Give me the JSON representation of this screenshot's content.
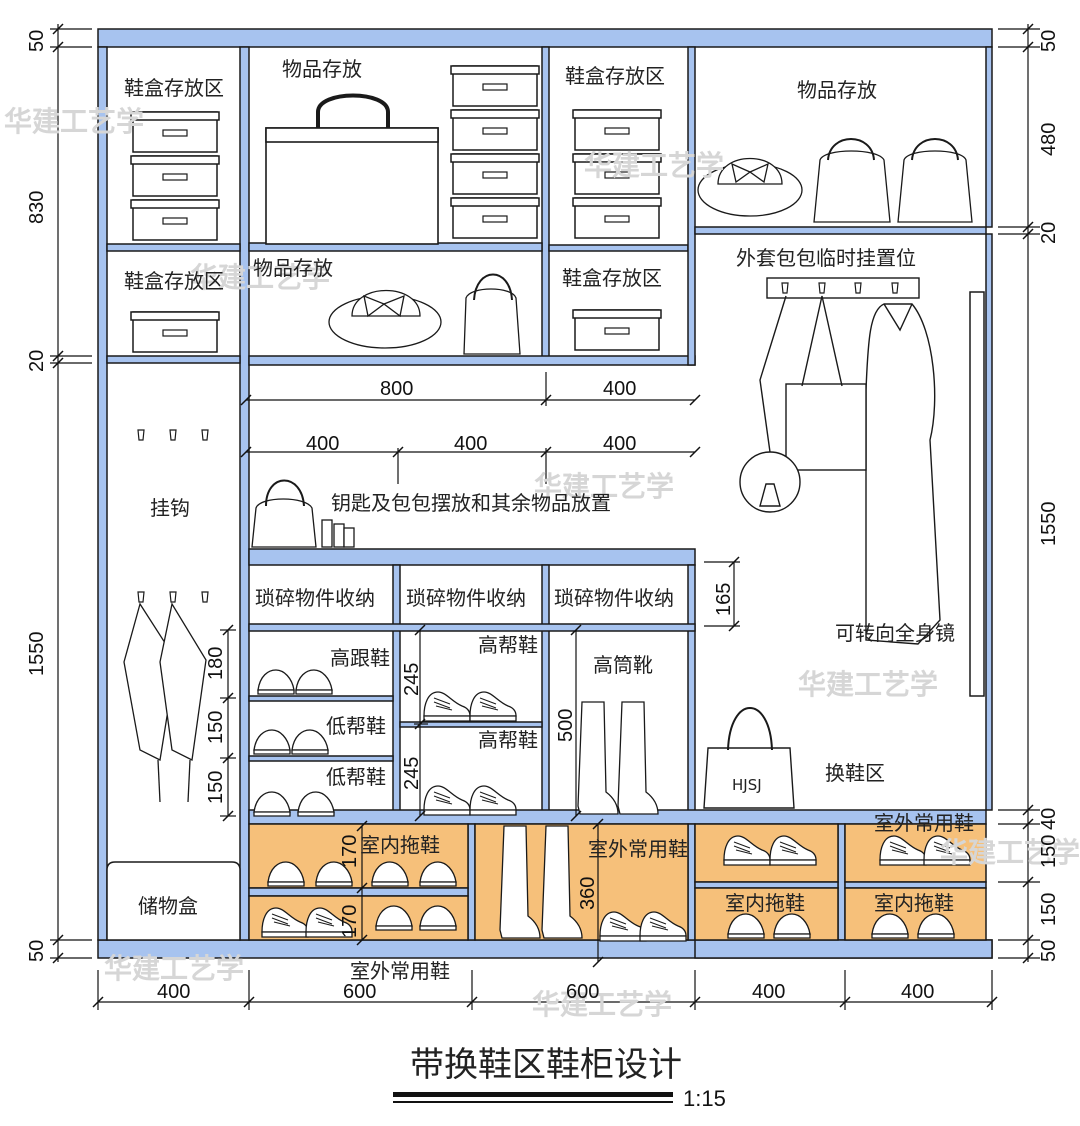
{
  "title": "带换鞋区鞋柜设计",
  "scale": "1:15",
  "watermark": "华建工艺学",
  "colors": {
    "panel": "#a7c3ef",
    "drawer": "#f6c07a",
    "line": "#1a1a1a"
  },
  "labels": {
    "shoebox1": "鞋盒存放区",
    "shoebox2": "鞋盒存放区",
    "shoebox3": "鞋盒存放区",
    "shoebox4": "鞋盒存放区",
    "storage1": "物品存放",
    "storage2": "物品存放",
    "storage3": "物品存放",
    "hanging_area": "外套包包临时挂置位",
    "hooks": "挂钩",
    "keys_shelf": "钥匙及包包摆放和其余物品放置",
    "misc1": "琐碎物件收纳",
    "misc2": "琐碎物件收纳",
    "misc3": "琐碎物件收纳",
    "high_heels": "高跟鞋",
    "low_top1": "低帮鞋",
    "low_top2": "低帮鞋",
    "high_top1": "高帮鞋",
    "high_top2": "高帮鞋",
    "tall_boots": "高筒靴",
    "mirror": "可转向全身镜",
    "change_area": "换鞋区",
    "bag_text": "HJSJ",
    "storage_box": "储物盒",
    "indoor1": "室内拖鞋",
    "indoor2": "室内拖鞋",
    "indoor3": "室内拖鞋",
    "outdoor1": "室外常用鞋",
    "outdoor2": "室外常用鞋",
    "outdoor3": "室外常用鞋"
  },
  "dimensions": {
    "left": [
      "50",
      "830",
      "20",
      "1550",
      "50"
    ],
    "right": [
      "50",
      "480",
      "20",
      "1550",
      "40",
      "150",
      "150",
      "50"
    ],
    "bottom": [
      "400",
      "600",
      "600",
      "400",
      "400"
    ],
    "upper_shelf": [
      "800",
      "400"
    ],
    "mid_shelf": [
      "400",
      "400",
      "400"
    ],
    "compartments": [
      "180",
      "150",
      "150",
      "245",
      "245",
      "500",
      "165",
      "170",
      "170",
      "360"
    ]
  }
}
